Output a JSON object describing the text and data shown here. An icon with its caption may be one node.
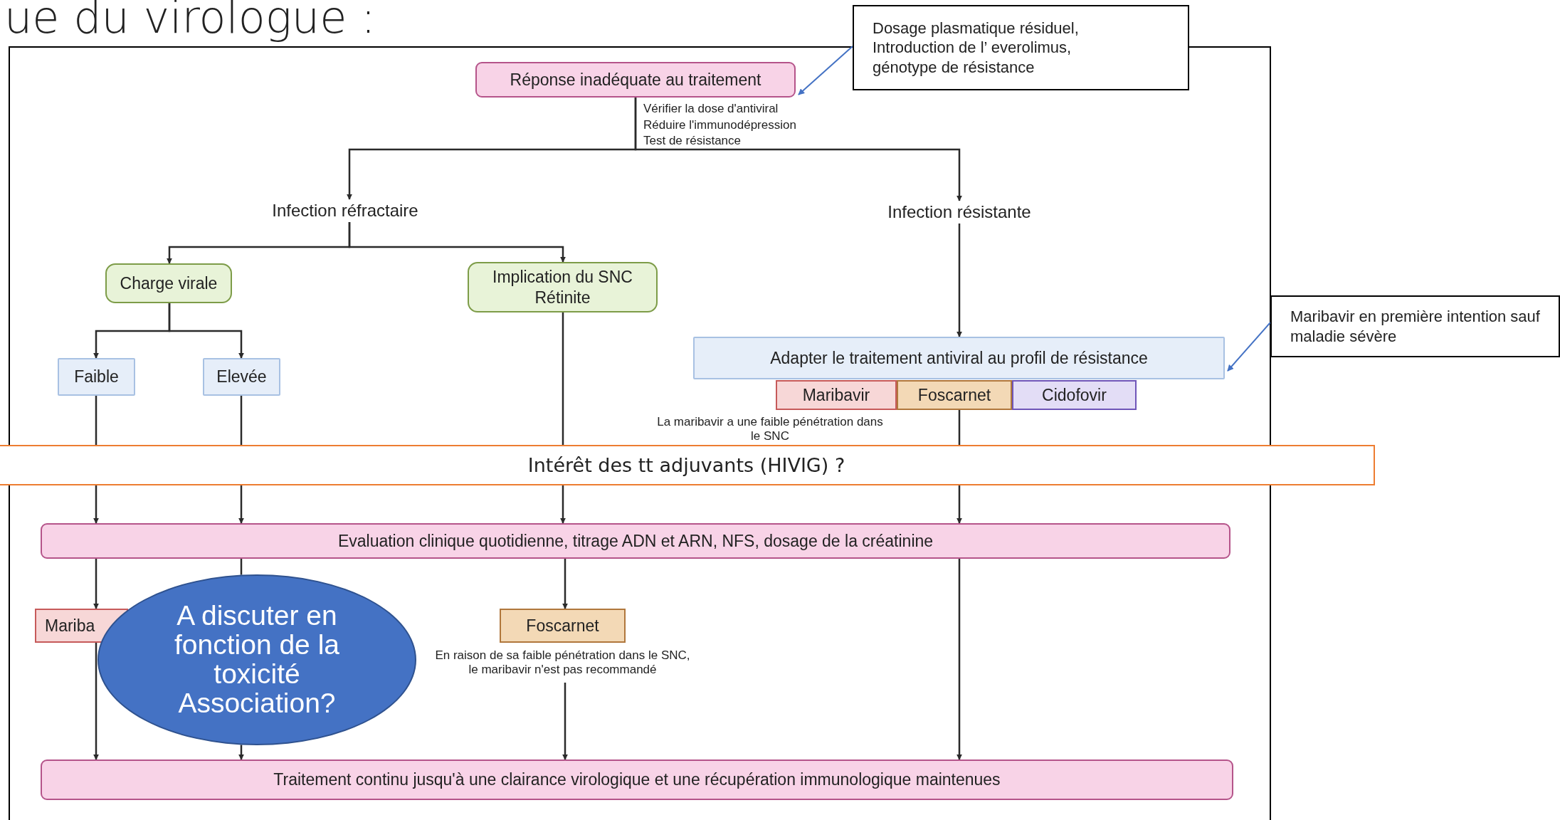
{
  "diagram": {
    "title": "ue du virologue :",
    "nodes": [
      {
        "text": [
          "Réponse inadéquate au traitement"
        ]
      },
      {
        "text": [
          "Infection réfractaire"
        ]
      },
      {
        "text": [
          "Infection résistante"
        ]
      },
      {
        "text": [
          "Charge virale"
        ]
      },
      {
        "text": [
          "Implication du SNC Rétinite"
        ]
      },
      {
        "text": [
          "Faible"
        ]
      },
      {
        "text": [
          "Elevée"
        ]
      },
      {
        "text": [
          "Adapter le traitement antiviral au profil de résistance"
        ]
      },
      {
        "text": [
          "Maribavir"
        ]
      },
      {
        "text": [
          "Foscarnet"
        ]
      },
      {
        "text": [
          "Cidofovir"
        ]
      },
      {
        "text": [
          "Intérêt des tt adjuvants (HIVIG) ?"
        ]
      },
      {
        "text": [
          "Evaluation clinique quotidienne, titrage ADN et ARN, NFS, dosage de la créatinine"
        ]
      },
      {
        "text": [
          "Mariba"
        ]
      },
      {
        "text": [
          "Foscarnet"
        ],
        "beside": [
          "En raison de sa faible pénétration dans le SNC, le maribavir n'est pas recommandé"
        ]
      },
      {
        "text": [
          "A discuter en fonction de la toxicité Association?"
        ]
      },
      {
        "text": [
          "Traitement continu jusqu'à une clairance virologique et une récupération immunologique maintenues"
        ]
      },
      {
        "text": [
          "Dosage plasmatique résiduel, Introduction de l’ everolimus, génotype de résistance"
        ]
      },
      {
        "text": [
          "Maribavir en première intention sauf maladie sévère"
        ]
      }
    ],
    "edges": [
      {
        "from": 0,
        "to": 1,
        "arrow": "to"
      },
      {
        "from": 0,
        "to": 2,
        "arrow": "to"
      },
      {
        "from": 1,
        "to": 3,
        "arrow": "to"
      },
      {
        "from": 1,
        "to": 4,
        "arrow": "to"
      },
      {
        "from": 3,
        "to": 5,
        "arrow": "to"
      },
      {
        "from": 3,
        "to": 6,
        "arrow": "to"
      },
      {
        "from": 2,
        "to": 7,
        "arrow": "to"
      },
      {
        "from": 5,
        "to": 11,
        "arrow": "none"
      },
      {
        "from": 6,
        "to": 11,
        "arrow": "none"
      },
      {
        "from": 4,
        "to": 11,
        "arrow": "none"
      },
      {
        "from": 9,
        "to": 11,
        "arrow": "none"
      },
      {
        "from": 12,
        "to": 13,
        "arrow": "to"
      },
      {
        "from": 12,
        "to": 15,
        "arrow": "none"
      },
      {
        "from": 12,
        "to": 14,
        "arrow": "to"
      },
      {
        "from": 13,
        "to": 16,
        "arrow": "to"
      },
      {
        "from": 15,
        "to": 16,
        "arrow": "to"
      },
      {
        "from": 14,
        "to": 16,
        "arrow": "to"
      },
      {
        "from": 12,
        "to": 16,
        "arrow": "to"
      },
      {
        "from": 11,
        "to": 12,
        "arrow": "to"
      },
      {
        "from": 11,
        "to": 12,
        "arrow": "to"
      },
      {
        "from": 11,
        "to": 12,
        "arrow": "to"
      },
      {
        "from": 11,
        "to": 12,
        "arrow": "to"
      },
      {
        "from": 17,
        "to": 0,
        "arrow": "to",
        "color": "#4472c4"
      },
      {
        "from": 18,
        "to": 7,
        "arrow": "to",
        "color": "#4472c4"
      }
    ],
    "labels": [
      "Vérifier la dose d'antiviral",
      "Réduire l'immunodépression",
      "Test de résistance",
      "La maribavir a une faible pénétration dans le SNC"
    ]
  }
}
